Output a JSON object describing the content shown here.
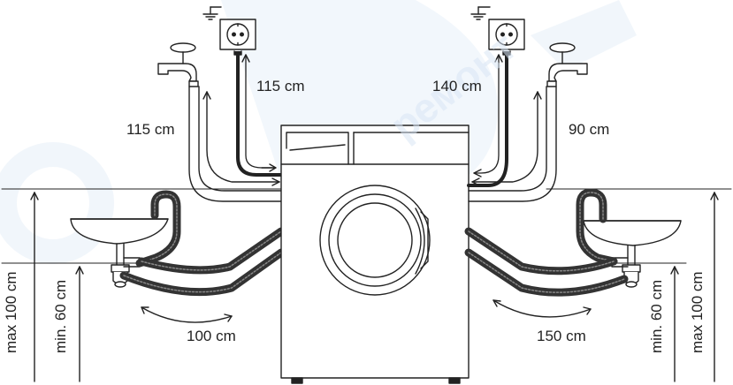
{
  "labels": {
    "outlet_left": "115 cm",
    "inlet_left": "115 cm",
    "outlet_right": "140 cm",
    "inlet_right": "90 cm",
    "drain_left": "100 cm",
    "drain_right": "150 cm",
    "max_left": "max 100 cm",
    "min_left": "min. 60 cm",
    "min_right": "min. 60 cm",
    "max_right": "max 100 cm"
  },
  "colors": {
    "line": "#222222",
    "hose_dark": "#3a3a3a",
    "watermark": "#d9e6f5"
  }
}
